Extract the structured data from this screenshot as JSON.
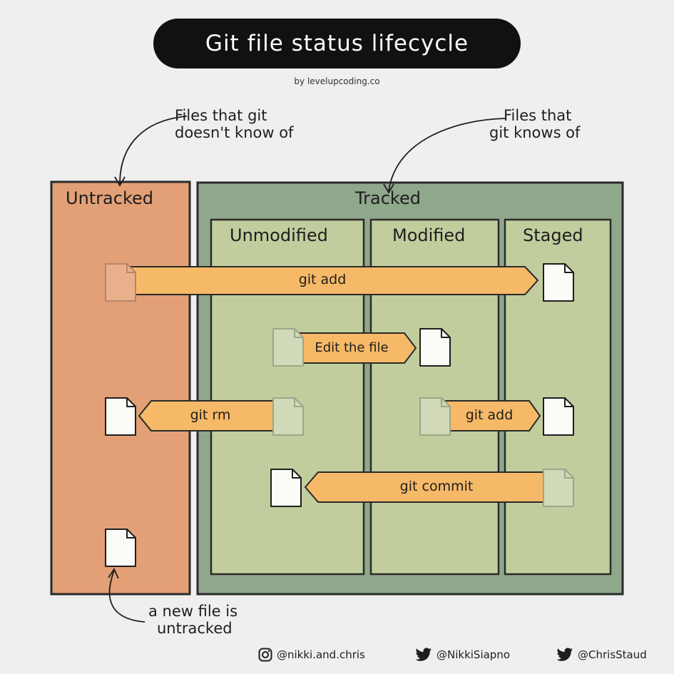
{
  "title": "Git file status lifecycle",
  "byline": "by levelupcoding.co",
  "notes": {
    "untracked_note_line1": "Files that git",
    "untracked_note_line2": "doesn't  know of",
    "tracked_note_line1": "Files that",
    "tracked_note_line2": "git knows of",
    "new_file_line1": "a new file is",
    "new_file_line2": "untracked"
  },
  "regions": {
    "untracked": "Untracked",
    "tracked": "Tracked",
    "unmodified": "Unmodified",
    "modified": "Modified",
    "staged": "Staged"
  },
  "actions": {
    "git_add_top": "git add",
    "edit_file": "Edit the file",
    "git_rm": "git rm",
    "git_add_modified": "git add",
    "git_commit": "git commit"
  },
  "footer": {
    "instagram": "@nikki.and.chris",
    "twitter_1": "@NikkiSiapno",
    "twitter_2": "@ChrisStaud"
  },
  "colors": {
    "untracked_fill": "#e3a077",
    "tracked_fill": "#8fa78b",
    "column_fill": "#c2cd9e",
    "arrow_fill": "#f6b967",
    "title_bg": "#111111"
  }
}
